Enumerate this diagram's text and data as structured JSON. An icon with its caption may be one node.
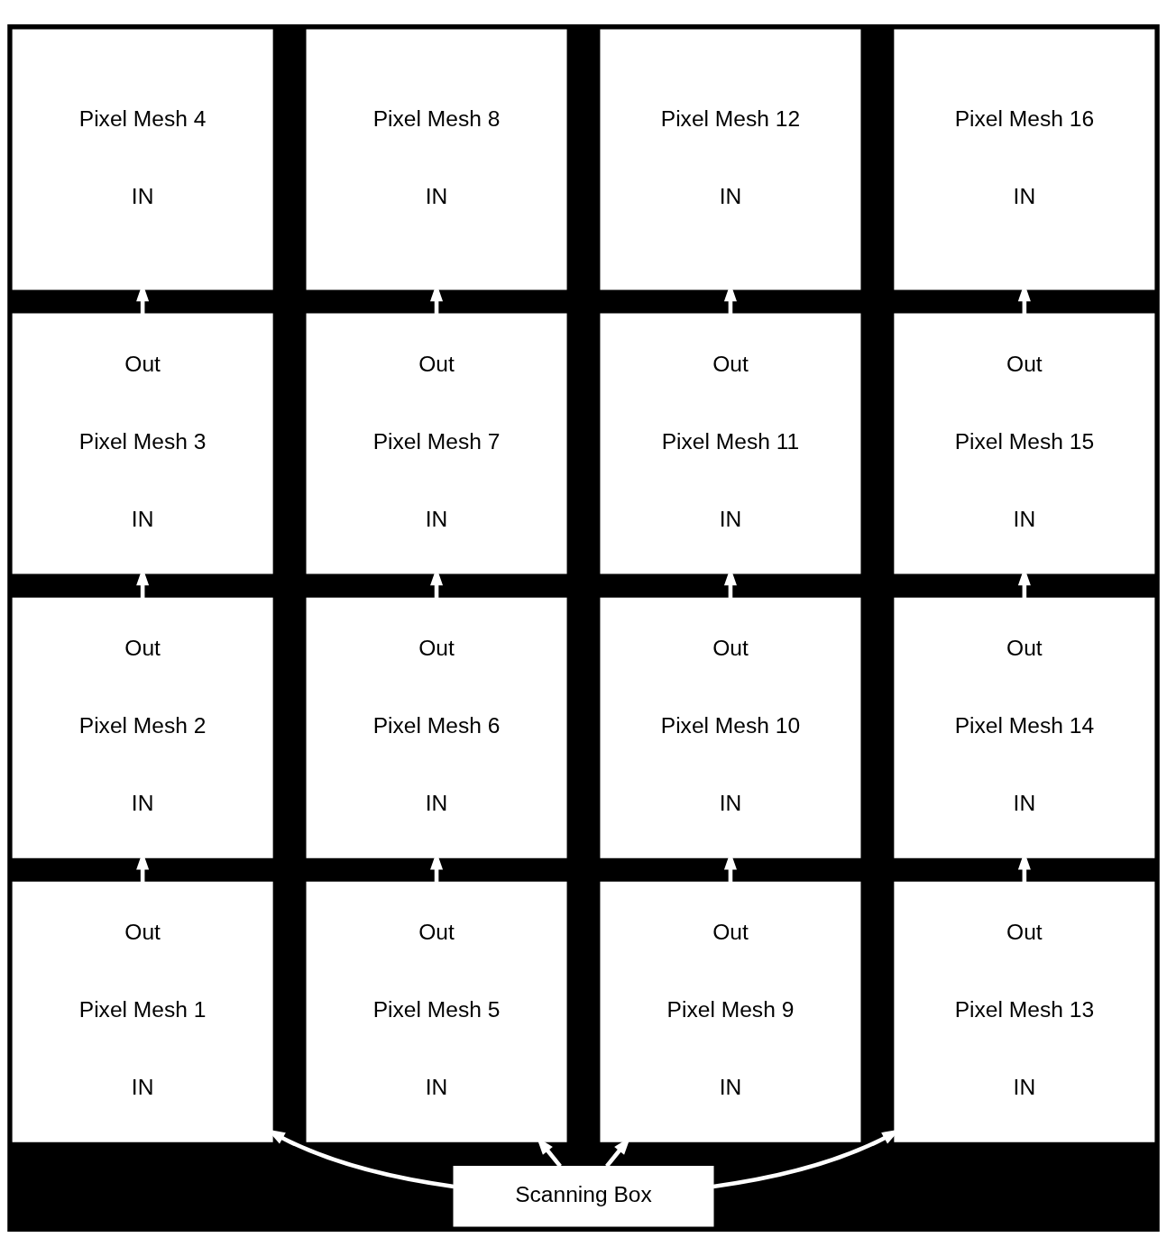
{
  "diagram": {
    "nodes": [
      {
        "text": [
          "Pixel Mesh 4",
          "IN"
        ]
      },
      {
        "text": [
          "Pixel Mesh 8",
          "IN"
        ]
      },
      {
        "text": [
          "Pixel Mesh 12",
          "IN"
        ]
      },
      {
        "text": [
          "Pixel Mesh 16",
          "IN"
        ]
      },
      {
        "text": [
          "Out",
          "Pixel Mesh 3",
          "IN"
        ]
      },
      {
        "text": [
          "Out",
          "Pixel Mesh 7",
          "IN"
        ]
      },
      {
        "text": [
          "Out",
          "Pixel Mesh 11",
          "IN"
        ]
      },
      {
        "text": [
          "Out",
          "Pixel Mesh 15",
          "IN"
        ]
      },
      {
        "text": [
          "Out",
          "Pixel Mesh 2",
          "IN"
        ]
      },
      {
        "text": [
          "Out",
          "Pixel Mesh 6",
          "IN"
        ]
      },
      {
        "text": [
          "Out",
          "Pixel Mesh 10",
          "IN"
        ]
      },
      {
        "text": [
          "Out",
          "Pixel Mesh 14",
          "IN"
        ]
      },
      {
        "text": [
          "Out",
          "Pixel Mesh 1",
          "IN"
        ]
      },
      {
        "text": [
          "Out",
          "Pixel Mesh 5",
          "IN"
        ]
      },
      {
        "text": [
          "Out",
          "Pixel Mesh 9",
          "IN"
        ]
      },
      {
        "text": [
          "Out",
          "Pixel Mesh 13",
          "IN"
        ]
      },
      {
        "text": [
          "Scanning Box"
        ]
      }
    ],
    "edges": [
      {
        "from": 16,
        "to": 12,
        "arrow": "to"
      },
      {
        "from": 16,
        "to": 13,
        "arrow": "to"
      },
      {
        "from": 16,
        "to": 14,
        "arrow": "to"
      },
      {
        "from": 16,
        "to": 15,
        "arrow": "to"
      },
      {
        "from": 12,
        "to": 8,
        "arrow": "to"
      },
      {
        "from": 8,
        "to": 4,
        "arrow": "to"
      },
      {
        "from": 4,
        "to": 0,
        "arrow": "to"
      },
      {
        "from": 13,
        "to": 9,
        "arrow": "to"
      },
      {
        "from": 9,
        "to": 5,
        "arrow": "to"
      },
      {
        "from": 5,
        "to": 1,
        "arrow": "to"
      },
      {
        "from": 14,
        "to": 10,
        "arrow": "to"
      },
      {
        "from": 10,
        "to": 6,
        "arrow": "to"
      },
      {
        "from": 6,
        "to": 2,
        "arrow": "to"
      },
      {
        "from": 15,
        "to": 11,
        "arrow": "to"
      },
      {
        "from": 11,
        "to": 7,
        "arrow": "to"
      },
      {
        "from": 7,
        "to": 3,
        "arrow": "to"
      }
    ]
  }
}
